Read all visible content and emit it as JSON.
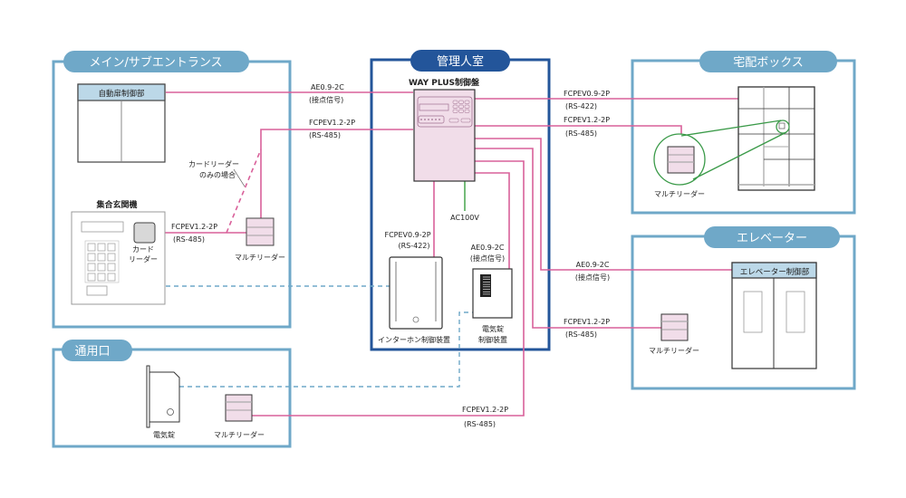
{
  "colors": {
    "zone_border": "#6fa8c8",
    "zone_title_bg": "#6fa8c8",
    "control_room_border": "#23559a",
    "control_room_title_bg": "#23559a",
    "cable_pink": "#d9609a",
    "cable_dashed_blue": "#6fa8c8",
    "power_green": "#3aa040",
    "zoom_green": "#3a9a48",
    "device_pink_fill": "#f1dde9",
    "header_blue_fill": "#bcd8e8"
  },
  "zones": {
    "main_entrance": {
      "title": "メイン/サブエントランス"
    },
    "control_room": {
      "title": "管理人室"
    },
    "delivery_box": {
      "title": "宅配ボックス"
    },
    "elevator": {
      "title": "エレベーター"
    },
    "service_entrance": {
      "title": "通用口"
    }
  },
  "devices": {
    "auto_door_controller": "自動扉制御部",
    "intercom_panel": "集合玄関機",
    "card_reader_line1": "カード",
    "card_reader_line2": "リーダー",
    "card_reader_only_note_line1": "カードリーダー",
    "card_reader_only_note_line2": "のみの場合",
    "multi_reader": "マルチリーダー",
    "wayplus_panel": "WAY PLUS制御盤",
    "ac_power": "AC100V",
    "intercom_controller": "インターホン制御装置",
    "electric_lock_controller_line1": "電気錠",
    "electric_lock_controller_line2": "制御装置",
    "elevator_controller": "エレベーター制御部",
    "electric_lock": "電気錠"
  },
  "cables": {
    "main_ae": {
      "type": "AE0.9-2C",
      "signal": "(接点信号)"
    },
    "main_fcpev12": {
      "type": "FCPEV1.2-2P",
      "signal": "(RS-485)"
    },
    "entrance_fcpev12": {
      "type": "FCPEV1.2-2P",
      "signal": "(RS-485)"
    },
    "intercom_fcpev09": {
      "type": "FCPEV0.9-2P",
      "signal": "(RS-422)"
    },
    "lock_ae": {
      "type": "AE0.9-2C",
      "signal": "(接点信号)"
    },
    "box_fcpev09": {
      "type": "FCPEV0.9-2P",
      "signal": "(RS-422)"
    },
    "box_fcpev12": {
      "type": "FCPEV1.2-2P",
      "signal": "(RS-485)"
    },
    "elev_ae": {
      "type": "AE0.9-2C",
      "signal": "(接点信号)"
    },
    "elev_fcpev12": {
      "type": "FCPEV1.2-2P",
      "signal": "(RS-485)"
    },
    "service_fcpev12": {
      "type": "FCPEV1.2-2P",
      "signal": "(RS-485)"
    }
  }
}
